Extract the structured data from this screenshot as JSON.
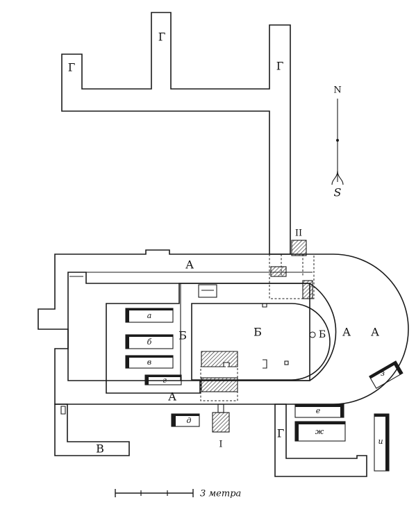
{
  "labels": {
    "gamma": "Г",
    "a_cap": "А",
    "b_cap": "Б",
    "v_cap": "В",
    "north": "N",
    "south": "S",
    "roman_one": "I",
    "roman_two": "II",
    "bench_a": "а",
    "bench_b": "б",
    "bench_v": "в",
    "bench_g": "г",
    "bench_d": "д",
    "bench_e": "е",
    "bench_zh": "ж",
    "bench_z": "з",
    "bench_i": "и"
  },
  "scale_label": "3 метра",
  "colors": {
    "ink": "#1a1a1a",
    "paper": "#ffffff"
  }
}
